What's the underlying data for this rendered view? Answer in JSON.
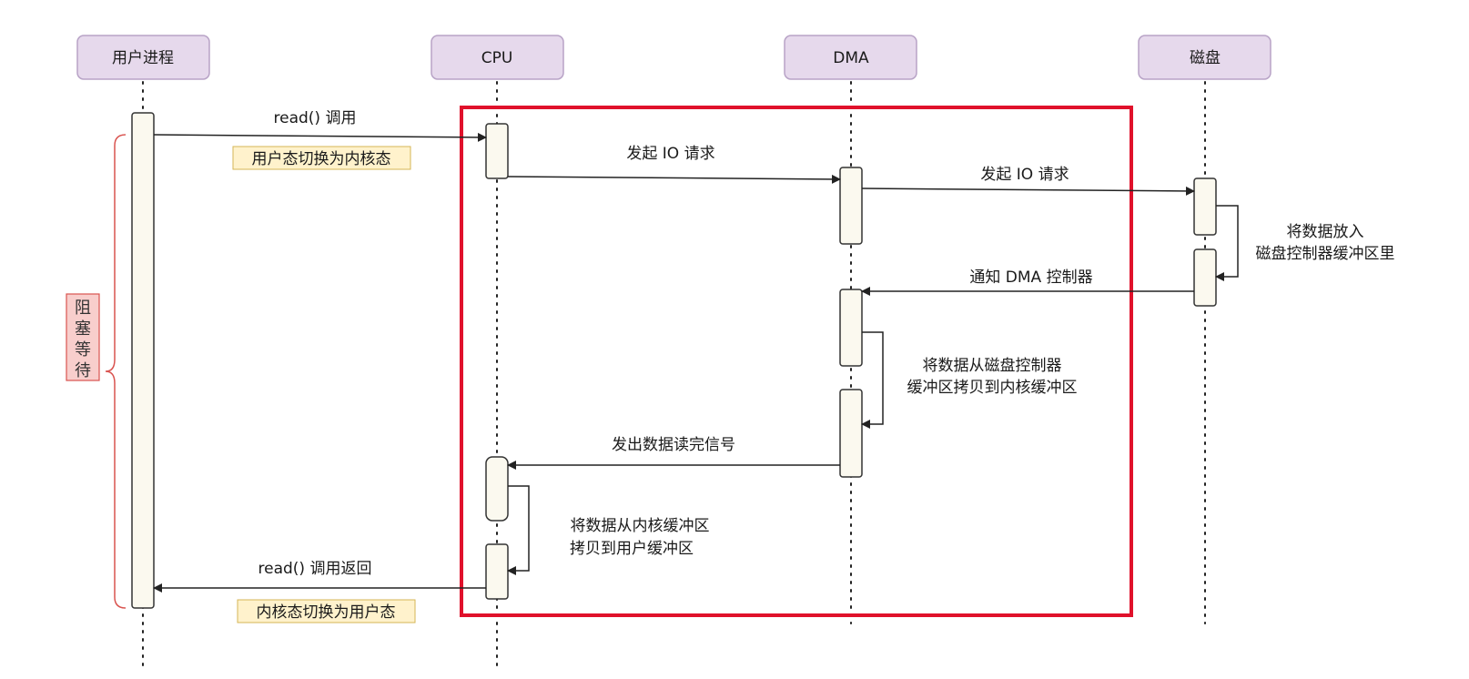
{
  "participants": [
    {
      "id": "user",
      "label": "用户进程"
    },
    {
      "id": "cpu",
      "label": "CPU"
    },
    {
      "id": "dma",
      "label": "DMA"
    },
    {
      "id": "disk",
      "label": "磁盘"
    }
  ],
  "messages": {
    "read_call": "read() 调用",
    "cpu_to_dma": "发起 IO 请求",
    "dma_to_disk": "发起 IO 请求",
    "disk_note": [
      "将数据放入",
      "磁盘控制器缓冲区里"
    ],
    "disk_to_dma": "通知 DMA 控制器",
    "dma_note": [
      "将数据从磁盘控制器",
      "缓冲区拷贝到内核缓冲区"
    ],
    "dma_to_cpu": "发出数据读完信号",
    "cpu_note": [
      "将数据从内核缓冲区",
      "拷贝到用户缓冲区"
    ],
    "read_return": "read() 调用返回"
  },
  "mode_notes": {
    "user_to_kernel": "用户态切换为内核态",
    "kernel_to_user": "内核态切换为用户态"
  },
  "blocking_label": [
    "阻",
    "塞",
    "等",
    "待"
  ],
  "colors": {
    "participant_fill": "#e6d9ec",
    "participant_stroke": "#b8a3c6",
    "activation_fill": "#fbf9ef",
    "note_fill": "#fff2cc",
    "note_stroke": "#d6b656",
    "blocking_fill": "#f8cecc",
    "blocking_stroke": "#d9534f",
    "highlight_stroke": "#e0112b",
    "line": "#222222"
  }
}
